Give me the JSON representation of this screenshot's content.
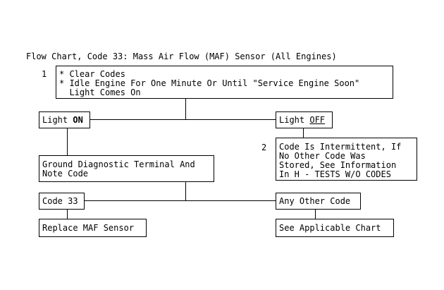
{
  "title": "Flow Chart, Code 33: Mass Air Flow (MAF) Sensor (All Engines)",
  "step1": {
    "number": "1",
    "lines": [
      "* Clear Codes",
      "* Idle Engine For One Minute Or Until \"Service Engine Soon\"",
      "  Light Comes On"
    ]
  },
  "light_on": {
    "prefix": "Light ",
    "state": "ON"
  },
  "light_off": {
    "prefix": "Light ",
    "state": "OFF"
  },
  "step2": {
    "number": "2",
    "lines": [
      "Code Is Intermittent, If",
      "No Other Code Was",
      "Stored, See Information",
      "In H - TESTS W/O CODES"
    ]
  },
  "ground_box": {
    "lines": [
      "Ground Diagnostic Terminal And",
      "Note Code"
    ]
  },
  "code33": "Code 33",
  "any_other_code": "Any Other Code",
  "replace_maf": "Replace MAF Sensor",
  "see_chart": "See Applicable Chart"
}
